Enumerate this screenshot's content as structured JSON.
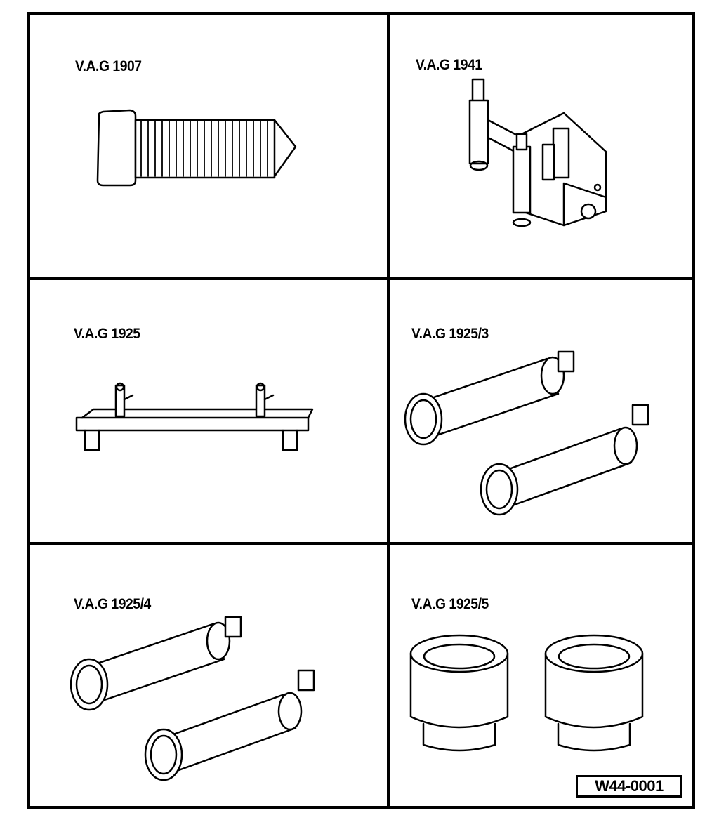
{
  "panels": [
    {
      "id": "p1",
      "label": "V.A.G 1907"
    },
    {
      "id": "p2",
      "label": "V.A.G 1941"
    },
    {
      "id": "p3",
      "label": "V.A.G 1925"
    },
    {
      "id": "p4",
      "label": "V.A.G 1925/3"
    },
    {
      "id": "p5",
      "label": "V.A.G 1925/4"
    },
    {
      "id": "p6",
      "label": "V.A.G 1925/5"
    }
  ],
  "figure_ref": "W44-0001"
}
